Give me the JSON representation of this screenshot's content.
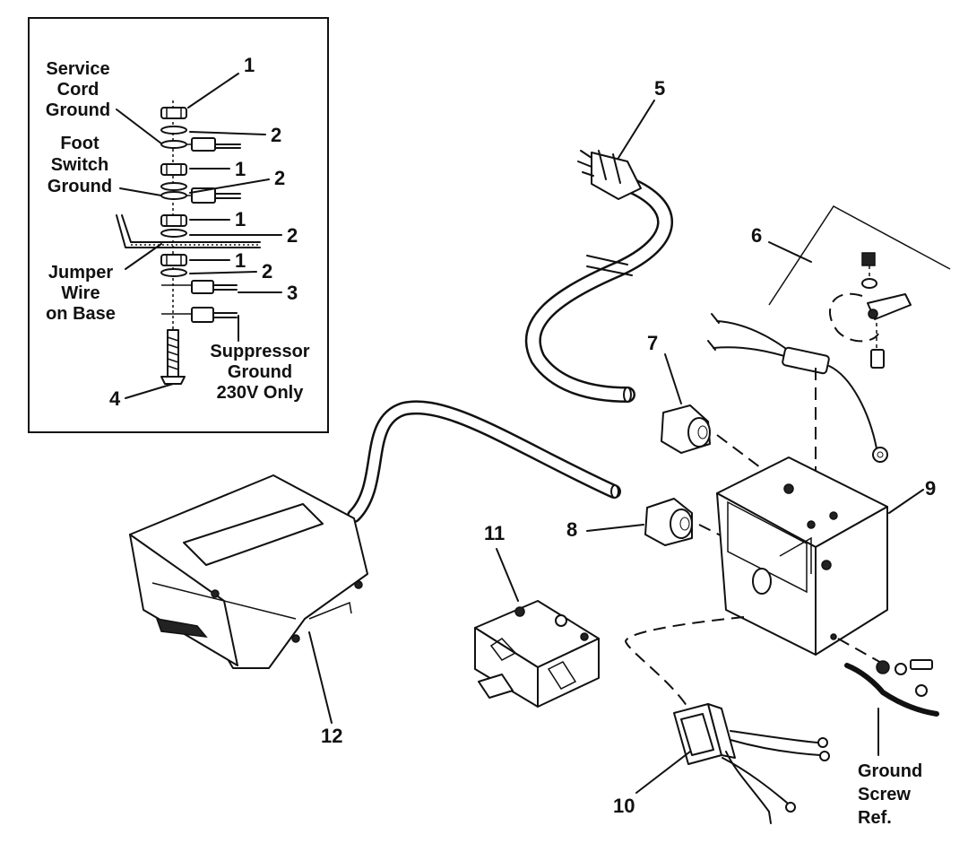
{
  "inset": {
    "callouts": {
      "c1a": "1",
      "c2a": "2",
      "c1b": "1",
      "c2b": "2",
      "c1c": "1",
      "c2c": "2",
      "c1d": "1",
      "c2d": "2",
      "c3": "3",
      "c4": "4"
    },
    "labels": {
      "service_cord_ground": [
        "Service",
        "Cord",
        "Ground"
      ],
      "foot_switch_ground": [
        "Foot",
        "Switch",
        "Ground"
      ],
      "jumper_wire": [
        "Jumper",
        "Wire",
        "on Base"
      ],
      "suppressor_ground": [
        "Suppressor",
        "Ground",
        "230V Only"
      ]
    }
  },
  "callouts": {
    "c5": "5",
    "c6": "6",
    "c7": "7",
    "c8": "8",
    "c9": "9",
    "c10": "10",
    "c11": "11",
    "c12": "12"
  },
  "ground_screw_ref": [
    "Ground",
    "Screw",
    "Ref."
  ]
}
